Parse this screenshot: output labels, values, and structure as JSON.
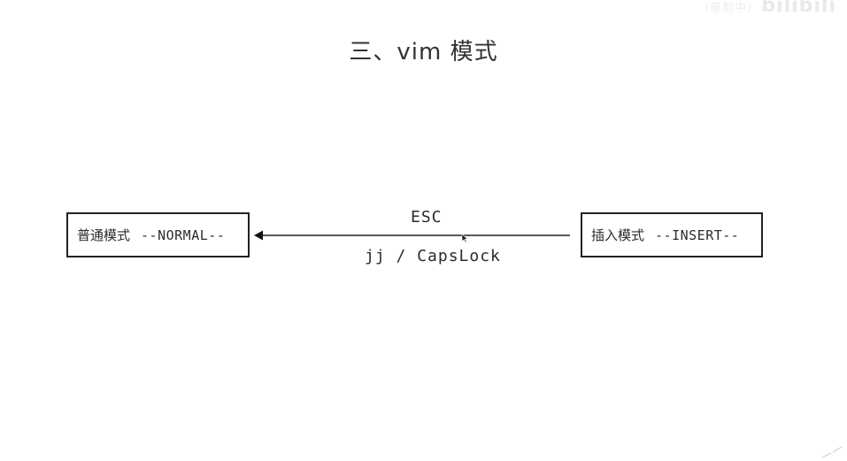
{
  "title": "三、vim 模式",
  "normal_box": {
    "cn": "普通模式",
    "mode": "--NORMAL--"
  },
  "insert_box": {
    "cn": "插入模式",
    "mode": "--INSERT--"
  },
  "transition": {
    "top_label": "ESC",
    "bottom_label": "jj / CapsLock"
  },
  "watermark": {
    "sub": "(录制中)",
    "text": "bilibili"
  },
  "colors": {
    "stroke": "#222222",
    "text": "#2b2b2b",
    "background": "#ffffff"
  }
}
